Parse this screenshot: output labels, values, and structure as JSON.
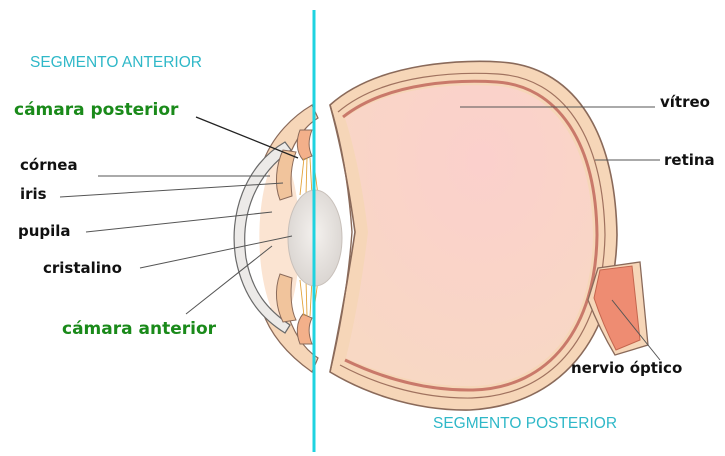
{
  "segments": {
    "anterior": "SEGMENTO ANTERIOR",
    "posterior": "SEGMENTO POSTERIOR"
  },
  "labels": {
    "camara_posterior": "cámara posterior",
    "cornea": "córnea",
    "iris": "iris",
    "pupila": "pupila",
    "cristalino": "cristalino",
    "camara_anterior": "cámara anterior",
    "vitreo": "vítreo",
    "retina": "retina",
    "nervio_optico": "nervio óptico"
  },
  "colors": {
    "divider": "#1fd3e0",
    "segment_text": "#2fb8c8",
    "chamber_labels": "#1a8a1a",
    "sclera": "#f6d6b8",
    "vitreous": "#f8d6c4",
    "retina_line": "#c9796a",
    "optic_nerve": "#ee8c72"
  }
}
